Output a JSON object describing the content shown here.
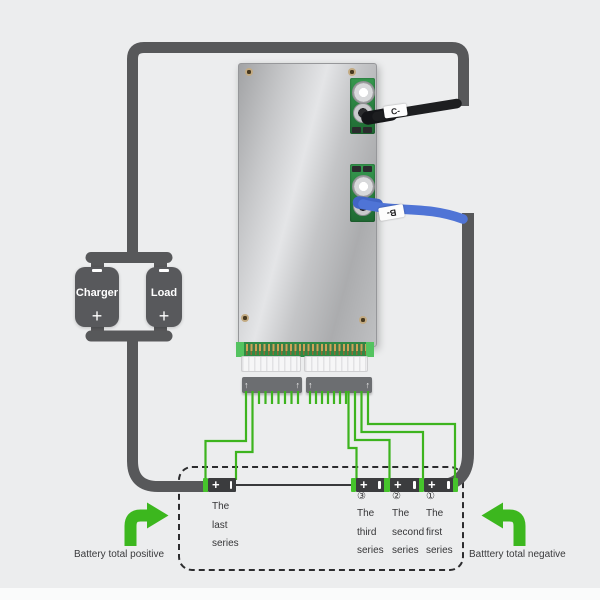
{
  "board": {
    "c_port_label": "C-",
    "b_port_label": "B-"
  },
  "power_boxes": {
    "charger_label": "Charger",
    "load_label": "Load",
    "plus_symbol": "+"
  },
  "battery_row": {
    "plus_symbol": "+",
    "cells": [
      {
        "number": "",
        "lines": [
          "The",
          "last",
          "series"
        ]
      },
      {
        "number": "③",
        "lines": [
          "The",
          "third",
          "series"
        ]
      },
      {
        "number": "②",
        "lines": [
          "The",
          "second",
          "series"
        ]
      },
      {
        "number": "①",
        "lines": [
          "The",
          "first",
          "series"
        ]
      }
    ]
  },
  "captions": {
    "total_positive": "Battery total positive",
    "total_negative": "Batttery total negative"
  },
  "colors": {
    "wire_gray": "#57585a",
    "cable_black": "#1d1e20",
    "cable_blue": "#4f74d6",
    "wire_green": "#3db41e",
    "arrow_green": "#3cb71e",
    "pcb_green": "#2f8b44",
    "battery_dark": "#3b3c3e"
  }
}
